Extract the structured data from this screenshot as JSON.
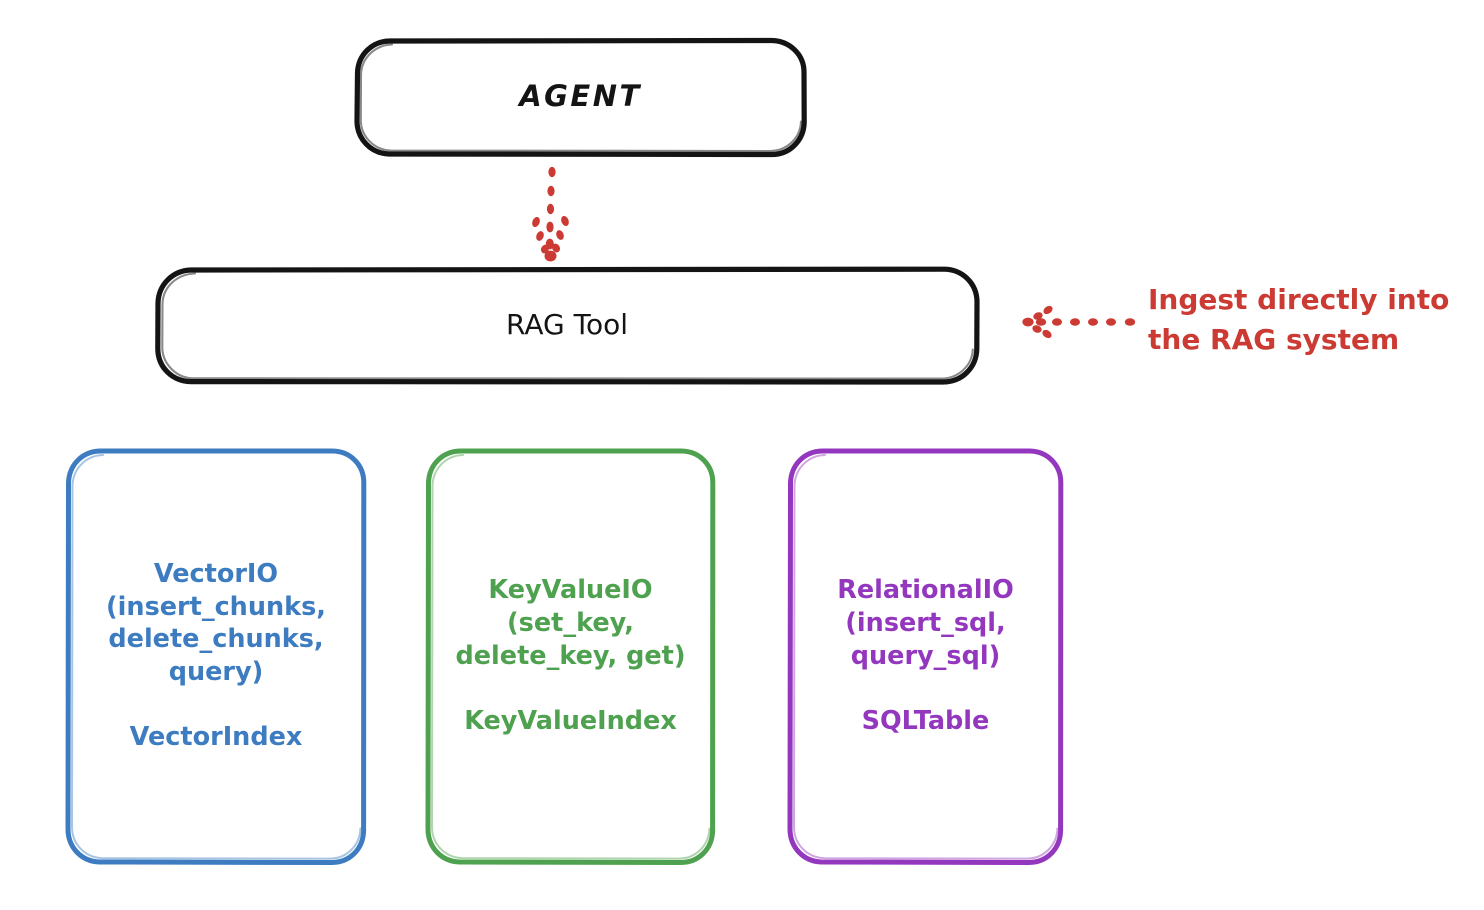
{
  "diagram": {
    "title_node": {
      "label": "AGENT"
    },
    "tool_node": {
      "label": "RAG Tool"
    },
    "stores": [
      {
        "id": "vector",
        "label": "VectorIO\n(insert_chunks,\ndelete_chunks,\nquery)\n\nVectorIndex",
        "api_name": "VectorIO",
        "methods": [
          "insert_chunks",
          "delete_chunks",
          "query"
        ],
        "index_name": "VectorIndex",
        "color": "#3d7cc0"
      },
      {
        "id": "keyvalue",
        "label": "KeyValueIO\n(set_key,\ndelete_key, get)\n\nKeyValueIndex",
        "api_name": "KeyValueIO",
        "methods": [
          "set_key",
          "delete_key",
          "get"
        ],
        "index_name": "KeyValueIndex",
        "color": "#4ea14e"
      },
      {
        "id": "relational",
        "label": "RelationalIO\n(insert_sql,\nquery_sql)\n\nSQLTable",
        "api_name": "RelationalIO",
        "methods": [
          "insert_sql",
          "query_sql"
        ],
        "index_name": "SQLTable",
        "color": "#9437bf"
      }
    ],
    "annotation": {
      "text": "Ingest directly into\nthe RAG system",
      "color": "#cc3b33"
    },
    "connectors": [
      {
        "name": "agent-to-ragtool",
        "style": "dotted",
        "direction": "down",
        "color": "#cc3b33"
      },
      {
        "name": "annotation-to-ragtool",
        "style": "dotted",
        "direction": "left",
        "color": "#cc3b33"
      }
    ],
    "colors": {
      "stroke_dark": "#141414",
      "background": "#ffffff",
      "blue": "#3d7cc0",
      "green": "#4ea14e",
      "purple": "#9437bf",
      "red": "#cc3b33"
    }
  }
}
